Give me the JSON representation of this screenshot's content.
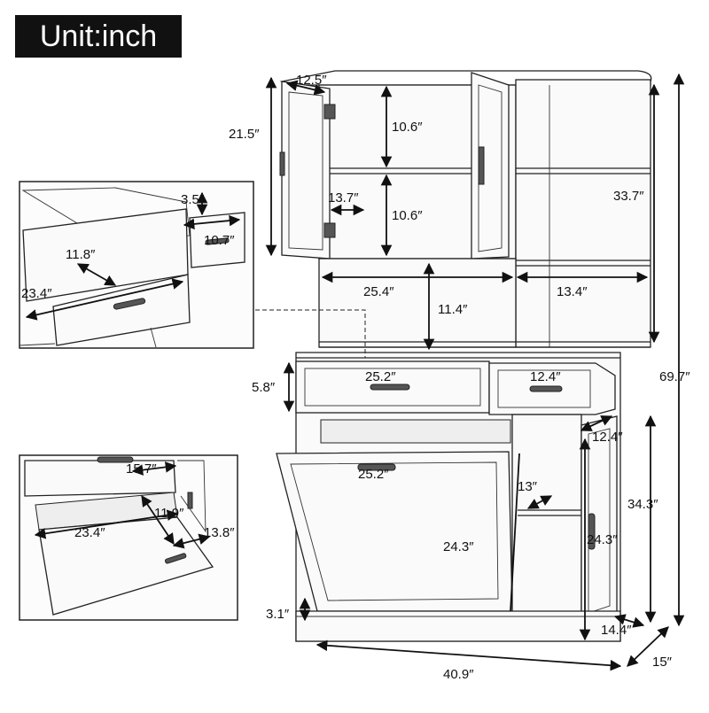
{
  "unit_label": "Unit:inch",
  "dimensions": {
    "door_width_top": "12.5″",
    "upper_cabinet_height": "21.5″",
    "shelf_gap_upper": "10.6″",
    "shelf_gap_lower": "10.6″",
    "upper_depth": "13.7″",
    "side_shelves_height": "33.7″",
    "open_width_left": "25.4″",
    "open_width_right": "13.4″",
    "open_height": "11.4″",
    "total_height": "69.7″",
    "drawer_height": "5.8″",
    "left_drawer_width": "25.2″",
    "right_drawer_width": "12.4″",
    "side_door_width": "12.4″",
    "bin_width": "25.2″",
    "inner_shelf_depth": "13″",
    "bin_height": "24.3″",
    "lower_cabinet_height": "34.3″",
    "side_door_height": "24.3″",
    "base_height": "3.1″",
    "lower_depth": "14.4″",
    "total_width": "40.9″",
    "total_depth": "15″",
    "inset1_drawer_height": "3.5″",
    "inset1_drawer_depth": "11.8″",
    "inset1_small_width": "10.7″",
    "inset1_large_width": "23.4″",
    "inset2_opening_width": "15.7″",
    "inset2_bin_depth": "11.9″",
    "inset2_bin_width": "23.4″",
    "inset2_bin_height": "13.8″"
  }
}
